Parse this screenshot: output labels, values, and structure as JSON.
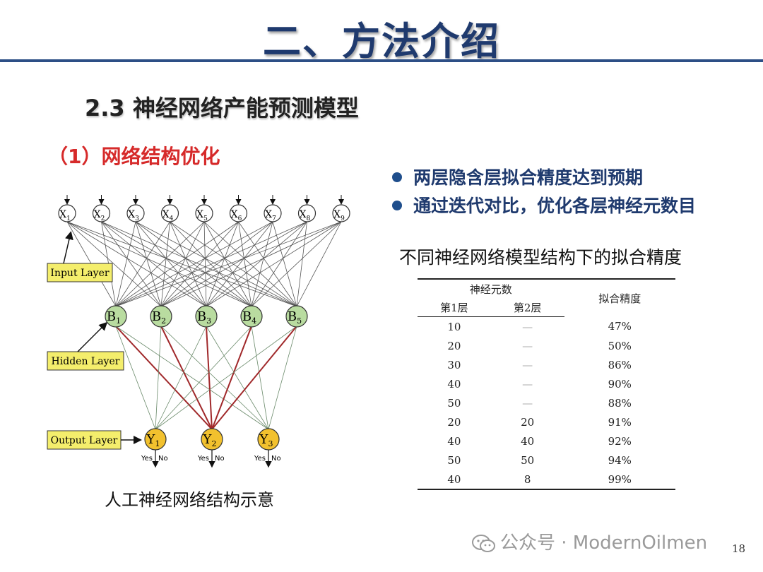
{
  "slide": {
    "title": "二、方法介绍",
    "subtitle": "2.3 神经网络产能预测模型",
    "section": "（1）网络结构优化",
    "bullets": [
      "两层隐含层拟合精度达到预期",
      "通过迭代对比，优化各层神经元数目"
    ],
    "page_number": "18"
  },
  "table": {
    "title": "不同神经网络模型结构下的拟合精度",
    "group_header": "神经元数",
    "col_layer1": "第1层",
    "col_layer2": "第2层",
    "col_accuracy": "拟合精度",
    "rows": [
      [
        "10",
        "—",
        "47%"
      ],
      [
        "20",
        "—",
        "50%"
      ],
      [
        "30",
        "—",
        "86%"
      ],
      [
        "40",
        "—",
        "90%"
      ],
      [
        "50",
        "—",
        "88%"
      ],
      [
        "20",
        "20",
        "91%"
      ],
      [
        "40",
        "40",
        "92%"
      ],
      [
        "50",
        "50",
        "94%"
      ],
      [
        "40",
        "8",
        "99%"
      ]
    ]
  },
  "diagram": {
    "caption": "人工神经网络结构示意",
    "input_layer_label": "Input Layer",
    "hidden_layer_label": "Hidden Layer",
    "output_layer_label": "Output Layer",
    "input_nodes": [
      "X1",
      "X2",
      "X3",
      "X4",
      "X5",
      "X6",
      "X7",
      "X8",
      "X9"
    ],
    "hidden_nodes": [
      "B1",
      "B2",
      "B3",
      "B4",
      "B5"
    ],
    "output_nodes": [
      "Y1",
      "Y2",
      "Y3"
    ],
    "yes_label": "Yes",
    "no_label": "No",
    "colors": {
      "hidden_fill": "#b9dca0",
      "output_fill": "#f2c12e",
      "label_fill": "#f4ee6c",
      "highlight_edge": "#a0282a"
    }
  },
  "watermark": "公众号 · ModernOilmen"
}
